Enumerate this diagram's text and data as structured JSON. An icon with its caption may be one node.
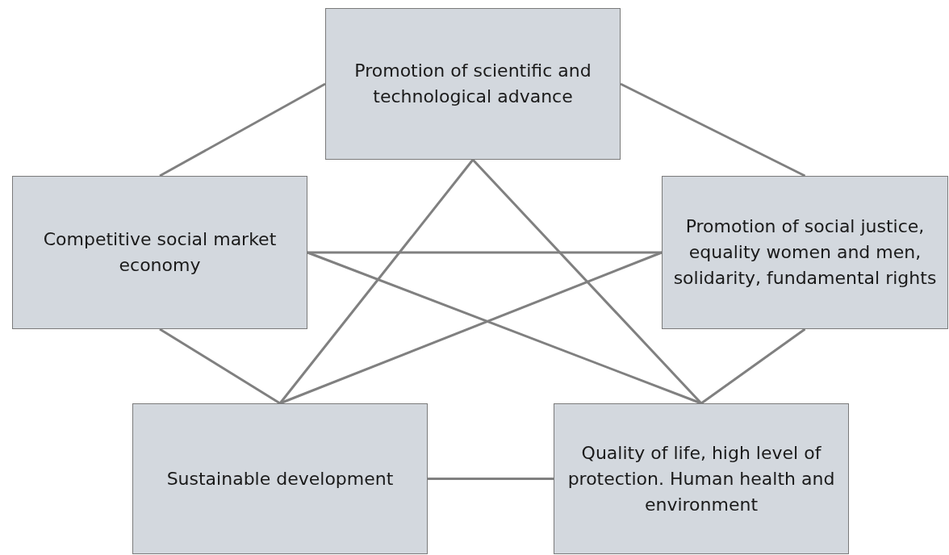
{
  "diagram": {
    "nodes": [
      {
        "text": [
          "Promotion of scientific and technological advance"
        ]
      },
      {
        "text": [
          "Competitive social market economy"
        ]
      },
      {
        "text": [
          "Promotion of social justice, equality women and men, solidarity, fundamental rights"
        ]
      },
      {
        "text": [
          "Sustainable development"
        ]
      },
      {
        "text": [
          "Quality of life, high level of protection. Human health and environment"
        ]
      }
    ],
    "edges": [
      {
        "from": 0,
        "to": 1,
        "arrow": "none"
      },
      {
        "from": 0,
        "to": 2,
        "arrow": "none"
      },
      {
        "from": 0,
        "to": 3,
        "arrow": "none"
      },
      {
        "from": 0,
        "to": 4,
        "arrow": "none"
      },
      {
        "from": 1,
        "to": 2,
        "arrow": "none"
      },
      {
        "from": 1,
        "to": 4,
        "arrow": "none"
      },
      {
        "from": 2,
        "to": 3,
        "arrow": "none"
      },
      {
        "from": 1,
        "to": 3,
        "arrow": "none"
      },
      {
        "from": 2,
        "to": 4,
        "arrow": "none"
      },
      {
        "from": 3,
        "to": 4,
        "arrow": "none"
      }
    ]
  }
}
